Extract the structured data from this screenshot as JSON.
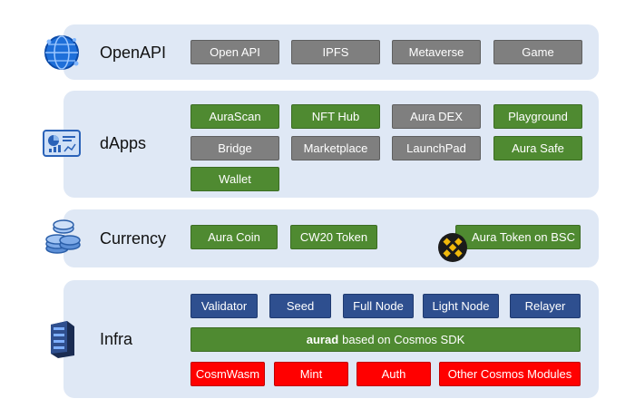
{
  "layers": [
    {
      "label": "OpenAPI",
      "icon": "globe-icon"
    },
    {
      "label": "dApps",
      "icon": "dashboard-icon"
    },
    {
      "label": "Currency",
      "icon": "coins-icon"
    },
    {
      "label": "Infra",
      "icon": "server-icon"
    }
  ],
  "openapi": {
    "items": [
      "Open API",
      "IPFS",
      "Metaverse",
      "Game"
    ]
  },
  "dapps": {
    "items": [
      "AuraScan",
      "NFT Hub",
      "Aura DEX",
      "Playground",
      "Bridge",
      "Marketplace",
      "LaunchPad",
      "Aura Safe",
      "Wallet"
    ]
  },
  "currency": {
    "items": [
      "Aura Coin",
      "CW20 Token",
      "Aura Token on BSC"
    ],
    "bsc_icon": "binance-icon"
  },
  "infra": {
    "nodes": [
      "Validator",
      "Seed",
      "Full Node",
      "Light Node",
      "Relayer"
    ],
    "core_bold": "aurad",
    "core_rest": "based on Cosmos SDK",
    "modules": [
      "CosmWasm",
      "Mint",
      "Auth",
      "Other Cosmos Modules"
    ]
  },
  "colors": {
    "panel": "#dfe8f5",
    "gray": "#7f7f7f",
    "green": "#4f8a31",
    "blue": "#2e4f8f",
    "red": "#ff0000"
  }
}
